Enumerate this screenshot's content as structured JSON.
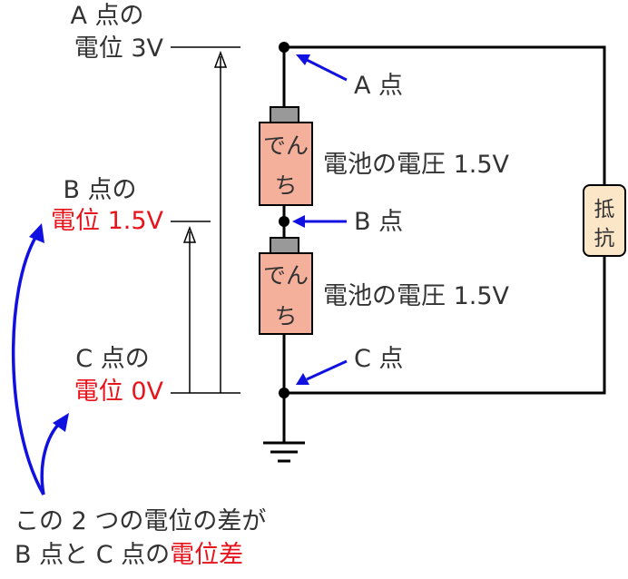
{
  "left_labels": {
    "a_line1": "A 点の",
    "a_line2": "電位 3V",
    "b_line1": "B 点の",
    "b_line2": "電位 1.5V",
    "c_line1": "C 点の",
    "c_line2": "電位 0V"
  },
  "point_labels": {
    "a": "A 点",
    "b": "B 点",
    "c": "C 点"
  },
  "battery": {
    "label_line1": "でん",
    "label_line2": "ち",
    "voltage_label_top": "電池の電圧 1.5V",
    "voltage_label_bottom": "電池の電圧 1.5V"
  },
  "resistor": {
    "line1": "抵",
    "line2": "抗"
  },
  "caption": {
    "line1": "この 2 つの電位の差が",
    "line2_plain": "B 点と C 点の",
    "line2_red": "電位差"
  },
  "colors": {
    "text": "#333333",
    "highlight_red": "#e8141b",
    "arrow_blue": "#1010e0",
    "battery_fill": "#f4b09a",
    "battery_terminal": "#999999",
    "resistor_fill": "#fbe6c8",
    "wire": "#000000"
  }
}
